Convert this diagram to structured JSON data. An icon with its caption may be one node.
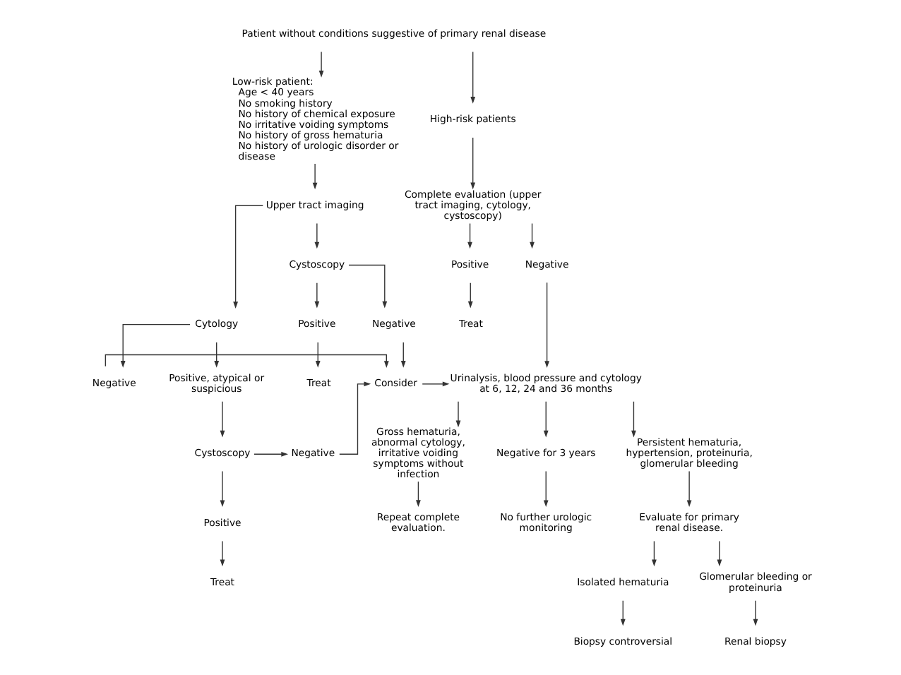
{
  "diagram": {
    "nodes": [
      {
        "text": [
          "Patient without conditions suggestive of primary renal disease"
        ]
      },
      {
        "text": [
          "Low-risk patient:",
          "Age < 40 years",
          "No smoking history",
          "No history of chemical exposure",
          "No irritative voiding symptoms",
          "No history of gross hematuria",
          "No history of urologic disorder or disease"
        ]
      },
      {
        "text": [
          "High-risk patients"
        ]
      },
      {
        "text": [
          "Upper tract imaging"
        ]
      },
      {
        "text": [
          "Complete evaluation (upper tract imaging, cytology, cystoscopy)"
        ]
      },
      {
        "text": [
          "Cytology"
        ]
      },
      {
        "text": [
          "Cystoscopy"
        ]
      },
      {
        "text": [
          "Negative"
        ]
      },
      {
        "text": [
          "Positive"
        ]
      },
      {
        "text": [
          "Treat"
        ]
      },
      {
        "text": [
          "Positive"
        ]
      },
      {
        "text": [
          "Negative"
        ]
      },
      {
        "text": [
          "Treat"
        ]
      },
      {
        "text": [
          "Positive, atypical or suspicious"
        ]
      },
      {
        "text": [
          "Negative"
        ]
      },
      {
        "text": [
          "Consider"
        ]
      },
      {
        "text": [
          "Urinalysis, blood pressure and cytology at 6, 12, 24 and 36 months"
        ]
      },
      {
        "text": [
          "Cystoscopy"
        ]
      },
      {
        "text": [
          "Negative"
        ]
      },
      {
        "text": [
          "Positive"
        ]
      },
      {
        "text": [
          "Treat"
        ]
      },
      {
        "text": [
          "Negative for 3 years"
        ]
      },
      {
        "text": [
          "Persistent hematuria, hypertension, proteinuria, glomerular bleeding"
        ]
      },
      {
        "text": [
          "Gross hematuria, abnormal cytology, irritative voiding symptoms without infection"
        ]
      },
      {
        "text": [
          "No further urologic monitoring"
        ]
      },
      {
        "text": [
          "Evaluate for primary renal disease."
        ]
      },
      {
        "text": [
          "Repeat complete evaluation."
        ]
      },
      {
        "text": [
          "Glomerular bleeding or proteinuria"
        ]
      },
      {
        "text": [
          "Isolated hematuria"
        ]
      },
      {
        "text": [
          "Renal biopsy"
        ]
      },
      {
        "text": [
          "Biopsy controversial"
        ]
      }
    ],
    "edges": [
      {
        "from": 0,
        "to": 1,
        "arrow": "to"
      },
      {
        "from": 0,
        "to": 2,
        "arrow": "to"
      },
      {
        "from": 1,
        "to": 3,
        "arrow": "to"
      },
      {
        "from": 2,
        "to": 4,
        "arrow": "to"
      },
      {
        "from": 3,
        "to": 5,
        "arrow": "to"
      },
      {
        "from": 3,
        "to": 6,
        "arrow": "to"
      },
      {
        "from": 6,
        "to": 7,
        "arrow": "to"
      },
      {
        "from": 6,
        "to": 8,
        "arrow": "to"
      },
      {
        "from": 8,
        "to": 9,
        "arrow": "to"
      },
      {
        "from": 4,
        "to": 10,
        "arrow": "to"
      },
      {
        "from": 4,
        "to": 11,
        "arrow": "to"
      },
      {
        "from": 10,
        "to": 12,
        "arrow": "to"
      },
      {
        "from": 5,
        "to": 13,
        "arrow": "to"
      },
      {
        "from": 5,
        "to": 14,
        "arrow": "to"
      },
      {
        "from": 7,
        "to": 15,
        "arrow": "to"
      },
      {
        "from": 14,
        "to": 15,
        "arrow": "to"
      },
      {
        "from": 15,
        "to": 16,
        "arrow": "to"
      },
      {
        "from": 11,
        "to": 16,
        "arrow": "to"
      },
      {
        "from": 13,
        "to": 17,
        "arrow": "to"
      },
      {
        "from": 17,
        "to": 18,
        "arrow": "to"
      },
      {
        "from": 18,
        "to": 15,
        "arrow": "to"
      },
      {
        "from": 17,
        "to": 19,
        "arrow": "to"
      },
      {
        "from": 19,
        "to": 20,
        "arrow": "to"
      },
      {
        "from": 16,
        "to": 21,
        "arrow": "to"
      },
      {
        "from": 16,
        "to": 22,
        "arrow": "to"
      },
      {
        "from": 16,
        "to": 23,
        "arrow": "to"
      },
      {
        "from": 21,
        "to": 24,
        "arrow": "to"
      },
      {
        "from": 22,
        "to": 25,
        "arrow": "to"
      },
      {
        "from": 23,
        "to": 26,
        "arrow": "to"
      },
      {
        "from": 25,
        "to": 27,
        "arrow": "to"
      },
      {
        "from": 25,
        "to": 28,
        "arrow": "to"
      },
      {
        "from": 27,
        "to": 29,
        "arrow": "to"
      },
      {
        "from": 28,
        "to": 30,
        "arrow": "to"
      }
    ]
  }
}
